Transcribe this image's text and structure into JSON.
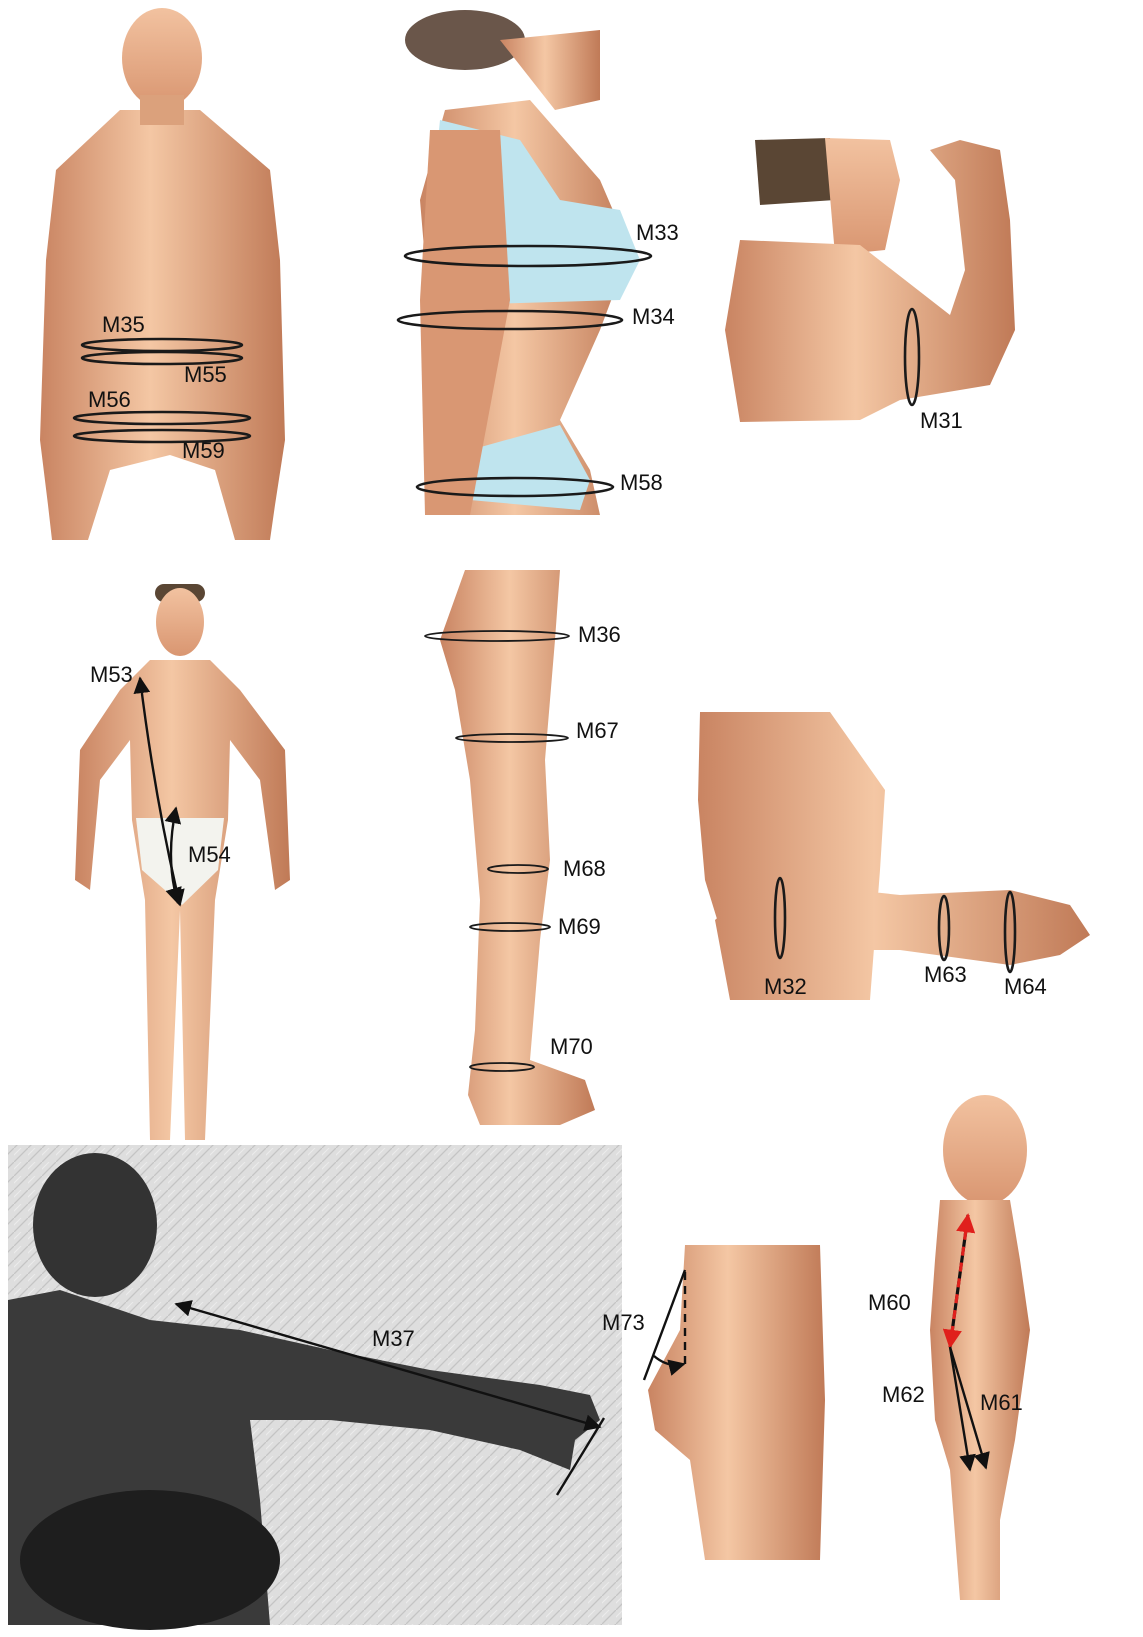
{
  "labels": {
    "M35": "M35",
    "M55": "M55",
    "M56": "M56",
    "M59": "M59",
    "M33": "M33",
    "M34": "M34",
    "M58": "M58",
    "M31": "M31",
    "M53": "M53",
    "M54": "M54",
    "M36": "M36",
    "M67": "M67",
    "M68": "M68",
    "M69": "M69",
    "M70": "M70",
    "M32": "M32",
    "M63": "M63",
    "M64": "M64",
    "M37": "M37",
    "M73": "M73",
    "M60": "M60",
    "M61": "M61",
    "M62": "M62"
  },
  "colors": {
    "skin_light": "#f4c7a4",
    "skin_mid": "#e2a47d",
    "skin_dark": "#b9714d",
    "hair": "#5a4634",
    "bra": "#bfe4ee",
    "briefs": "#f3f3ee",
    "photo_bg": "#dcdcdc",
    "photo_figure": "#333333",
    "marker": "#1a1a1a",
    "accent_red": "#e0201c"
  }
}
